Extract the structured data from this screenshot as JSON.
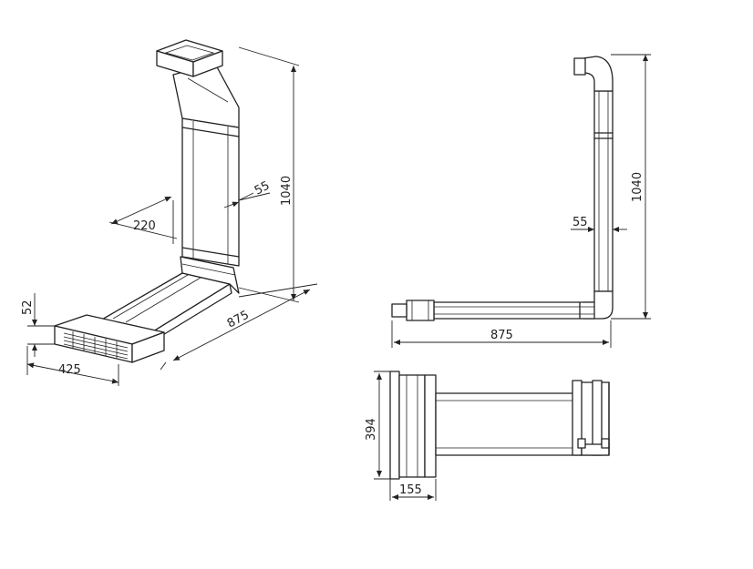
{
  "dimensions": {
    "iso_height": "1040",
    "iso_length": "875",
    "iso_width": "425",
    "iso_outlet_height": "52",
    "iso_depth": "220",
    "iso_duct_thickness": "55",
    "side_height": "1040",
    "side_length": "875",
    "side_duct_thickness": "55",
    "top_width": "394",
    "top_depth": "155"
  }
}
